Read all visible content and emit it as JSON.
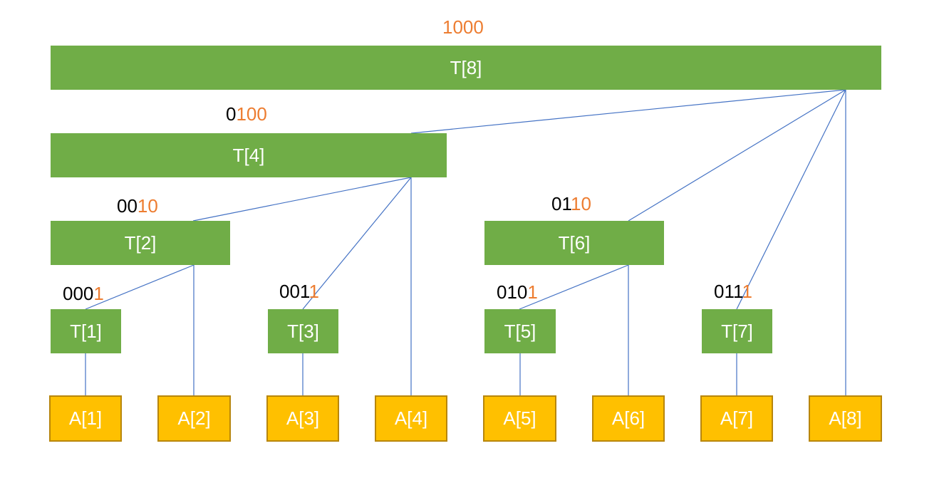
{
  "colors": {
    "t_fill": "#70ad47",
    "a_fill": "#ffc000",
    "a_border": "#b8860b",
    "edge": "#4472c4",
    "binary_prefix": "#000000",
    "binary_lowbit": "#ed7d31"
  },
  "t_nodes": {
    "t1": "T[1]",
    "t2": "T[2]",
    "t3": "T[3]",
    "t4": "T[4]",
    "t5": "T[5]",
    "t6": "T[6]",
    "t7": "T[7]",
    "t8": "T[8]"
  },
  "a_nodes": {
    "a1": "A[1]",
    "a2": "A[2]",
    "a3": "A[3]",
    "a4": "A[4]",
    "a5": "A[5]",
    "a6": "A[6]",
    "a7": "A[7]",
    "a8": "A[8]"
  },
  "binary_labels": {
    "t1": {
      "prefix": "000",
      "suffix": "1"
    },
    "t2": {
      "prefix": "00",
      "suffix": "10"
    },
    "t3": {
      "prefix": "001",
      "suffix": "1"
    },
    "t4": {
      "prefix": "0",
      "suffix": "100"
    },
    "t5": {
      "prefix": "010",
      "suffix": "1"
    },
    "t6": {
      "prefix": "01",
      "suffix": "10"
    },
    "t7": {
      "prefix": "011",
      "suffix": "1"
    },
    "t8": {
      "prefix": "",
      "suffix": "1000"
    }
  }
}
